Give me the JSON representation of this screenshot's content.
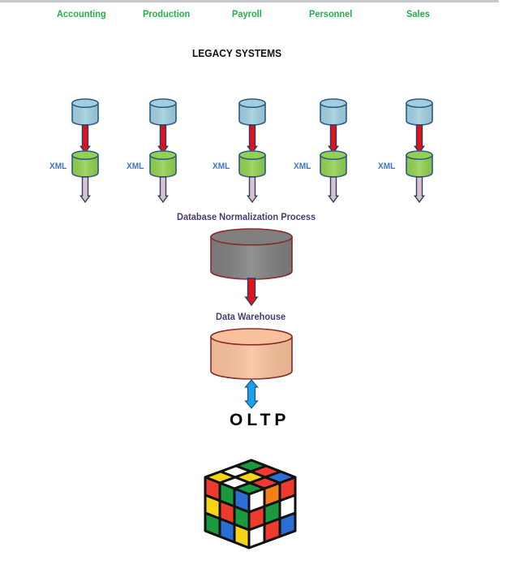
{
  "departments": [
    "Accounting",
    "Production",
    "Payroll",
    "Personnel",
    "Sales"
  ],
  "legacy_heading": "LEGACY SYSTEMS",
  "xml_label": "XML",
  "normalization_label": "Database Normalization Process",
  "warehouse_label": "Data Warehouse",
  "oltp_label": "OLTP",
  "colors": {
    "department_text": "#21b24a",
    "legacy_db": "#9fcfe0",
    "xml_db": "#92d050",
    "normalization_db": "#7f7f7f",
    "warehouse_db": "#f9c19b",
    "down_arrow": "#e0121a",
    "output_arrow": "#d9c1d1",
    "bidirectional_arrow": "#1aa0e6",
    "label_text": "#4b3b72",
    "xml_text": "#3d78c8"
  },
  "icons": {
    "cube": "rubiks-cube-icon"
  }
}
